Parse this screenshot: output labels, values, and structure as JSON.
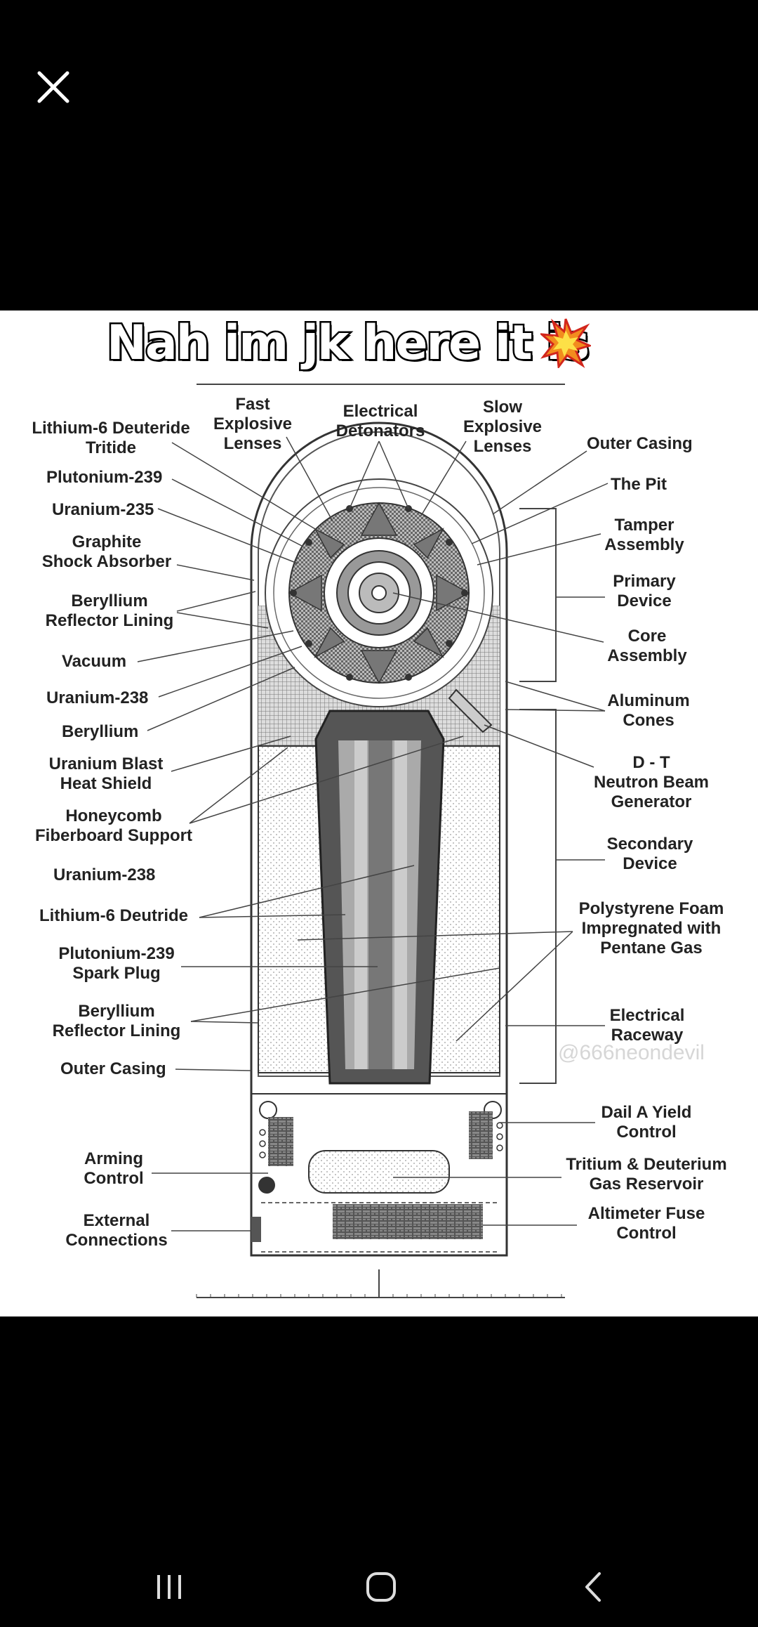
{
  "caption": "Nah im jk here it is",
  "watermark": "@666neondevil",
  "labels": {
    "fast_lenses": "Fast\nExplosive\nLenses",
    "electrical_detonators": "Electrical\nDetonators",
    "slow_lenses": "Slow\nExplosive\nLenses",
    "lithium6_deuteride_tritide": "Lithium-6 Deuteride\nTritide",
    "outer_casing_top": "Outer Casing",
    "plutonium239": "Plutonium-239",
    "the_pit": "The Pit",
    "uranium235": "Uranium-235",
    "tamper_assembly": "Tamper\nAssembly",
    "graphite_shock": "Graphite\nShock Absorber",
    "primary_device": "Primary\nDevice",
    "beryllium_reflector_top": "Beryllium\nReflector Lining",
    "core_assembly": "Core\nAssembly",
    "vacuum": "Vacuum",
    "uranium238_top": "Uranium-238",
    "aluminum_cones": "Aluminum\nCones",
    "beryllium": "Beryllium",
    "uranium_blast": "Uranium Blast\nHeat Shield",
    "dt_generator": "D - T\nNeutron Beam\nGenerator",
    "honeycomb": "Honeycomb\nFiberboard Support",
    "secondary_device": "Secondary\nDevice",
    "uranium238_bottom": "Uranium-238",
    "polystyrene": "Polystyrene Foam\nImpregnated with\nPentane Gas",
    "lithium6_deutride": "Lithium-6 Deutride",
    "plutonium_spark": "Plutonium-239\nSpark Plug",
    "beryllium_reflector_bottom": "Beryllium\nReflector Lining",
    "electrical_raceway": "Electrical\nRaceway",
    "outer_casing_bottom": "Outer Casing",
    "dail_yield": "Dail A Yield\nControl",
    "arming_control": "Arming\nControl",
    "tritium_reservoir": "Tritium & Deuterium\nGas Reservoir",
    "external_connections": "External\nConnections",
    "altimeter_fuse": "Altimeter Fuse\nControl"
  },
  "icons": {
    "close": "close-icon",
    "emoji": "explosion-emoji-icon",
    "recents": "recent-apps-icon",
    "home": "home-icon",
    "back": "back-icon"
  },
  "colors": {
    "background": "#000000",
    "panel": "#ffffff",
    "ink": "#222222"
  }
}
